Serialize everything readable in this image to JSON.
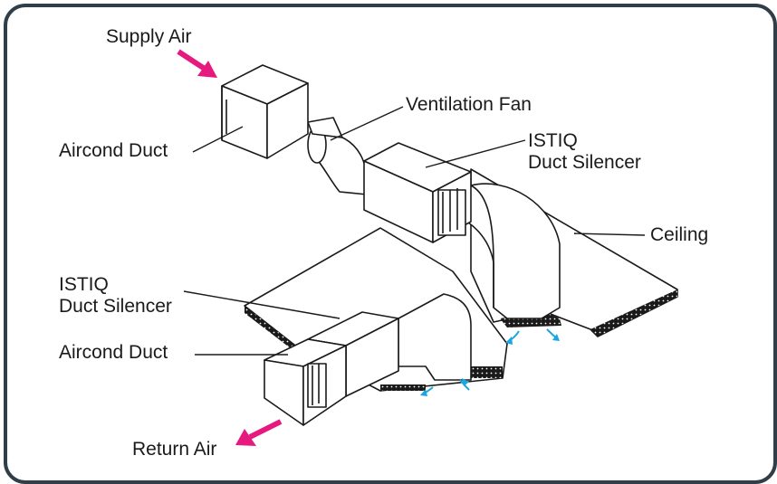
{
  "labels": {
    "supply_air": "Supply Air",
    "ventilation_fan": "Ventilation Fan",
    "aircond_duct_top": "Aircond Duct",
    "istiq_top_line1": "ISTIQ",
    "istiq_top_line2": "Duct Silencer",
    "ceiling": "Ceiling",
    "istiq_bottom_line1": "ISTIQ",
    "istiq_bottom_line2": "Duct Silencer",
    "aircond_duct_bottom": "Aircond Duct",
    "return_air": "Return Air"
  },
  "colors": {
    "frame": "#2f3e48",
    "arrow_main": "#e5197e",
    "arrow_flow": "#1aa6df",
    "line": "#1a1a1a"
  }
}
